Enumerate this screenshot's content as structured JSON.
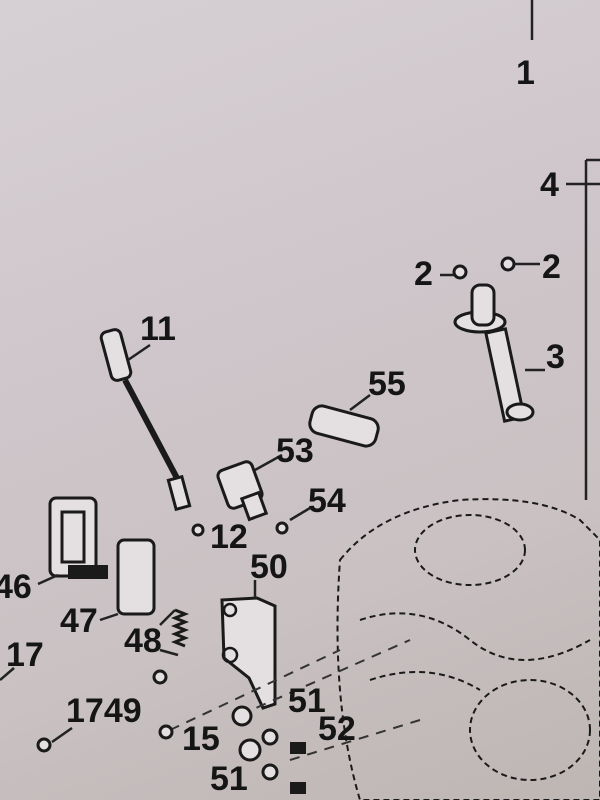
{
  "diagram": {
    "callouts": [
      {
        "id": "c1",
        "text": "1"
      },
      {
        "id": "c4",
        "text": "4"
      },
      {
        "id": "c2a",
        "text": "2"
      },
      {
        "id": "c2b",
        "text": "2"
      },
      {
        "id": "c11",
        "text": "11"
      },
      {
        "id": "c3",
        "text": "3"
      },
      {
        "id": "c55",
        "text": "55"
      },
      {
        "id": "c53",
        "text": "53"
      },
      {
        "id": "c54",
        "text": "54"
      },
      {
        "id": "c12",
        "text": "12"
      },
      {
        "id": "c50",
        "text": "50"
      },
      {
        "id": "c46",
        "text": "46"
      },
      {
        "id": "c47",
        "text": "47"
      },
      {
        "id": "c48",
        "text": "48"
      },
      {
        "id": "c17a",
        "text": "17"
      },
      {
        "id": "c1749",
        "text": "1749"
      },
      {
        "id": "c51a",
        "text": "51"
      },
      {
        "id": "c15",
        "text": "15"
      },
      {
        "id": "c52",
        "text": "52"
      },
      {
        "id": "c51b",
        "text": "51"
      }
    ]
  }
}
